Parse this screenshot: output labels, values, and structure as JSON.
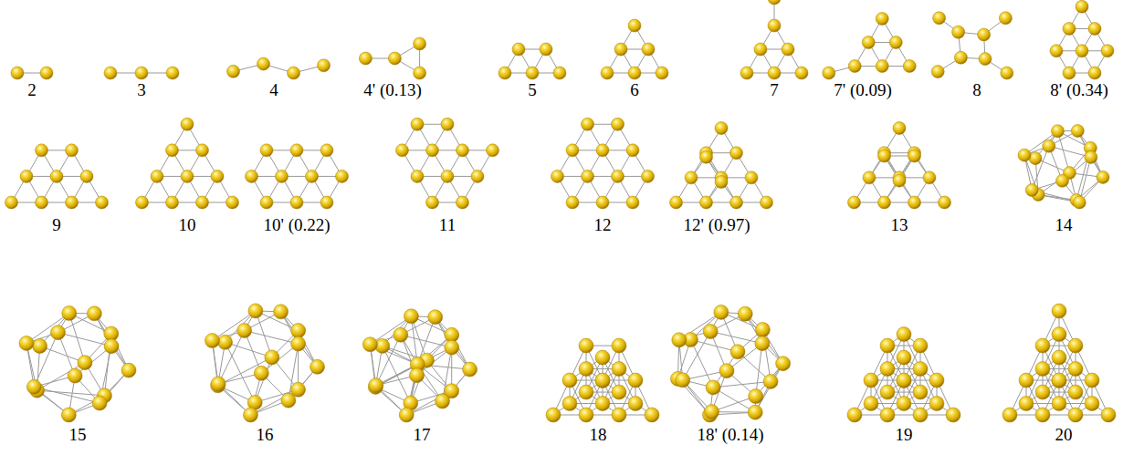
{
  "diagram": {
    "labels": [
      "2",
      "3",
      "4",
      "4' (0.13)",
      "5",
      "6",
      "7",
      "7' (0.09)",
      "8",
      "8' (0.34)",
      "9",
      "10",
      "10' (0.22)",
      "11",
      "12",
      "12' (0.97)",
      "13",
      "14",
      "15",
      "16",
      "17",
      "18",
      "18' (0.14)",
      "19",
      "20"
    ]
  }
}
